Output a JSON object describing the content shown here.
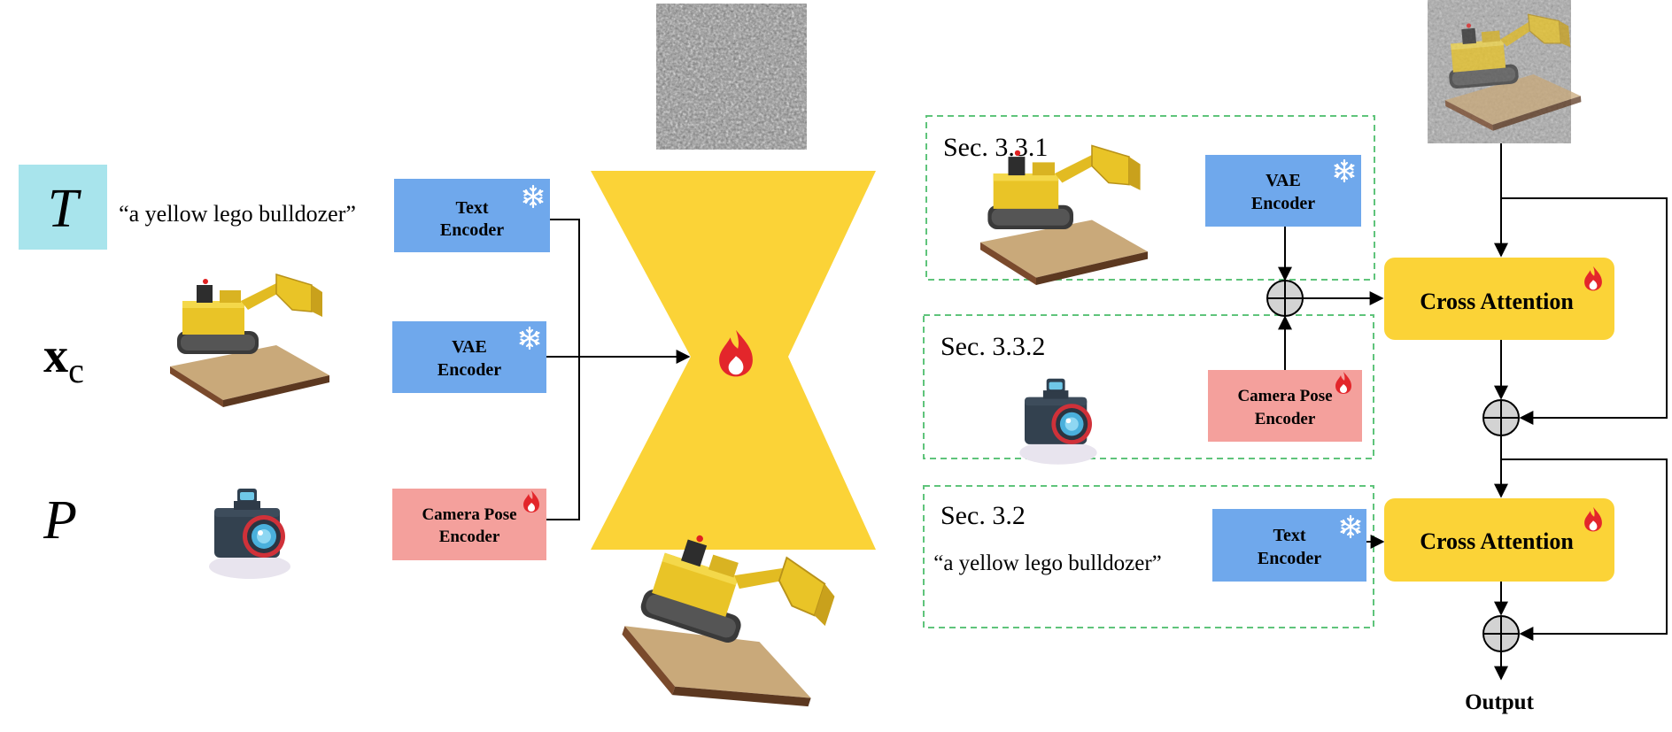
{
  "inputs": {
    "text_symbol": "T",
    "image_symbol": "x",
    "image_subscript": "c",
    "pose_symbol": "P",
    "prompt": "“a yellow lego bulldozer”"
  },
  "encoders": {
    "text": [
      "Text",
      "Encoder"
    ],
    "vae": [
      "VAE",
      "Encoder"
    ],
    "camera": [
      "Camera Pose",
      "Encoder"
    ]
  },
  "sections": {
    "s331": {
      "title": "Sec. 3.3.1",
      "encoder": [
        "VAE",
        "Encoder"
      ]
    },
    "s332": {
      "title": "Sec. 3.3.2",
      "encoder": [
        "Camera Pose",
        "Encoder"
      ]
    },
    "s32": {
      "title": "Sec. 3.2",
      "prompt": "“a yellow lego bulldozer”",
      "encoder": [
        "Text",
        "Encoder"
      ]
    }
  },
  "attention": {
    "label_1": "Cross Attention",
    "label_2": "Cross Attention"
  },
  "output_label": "Output",
  "colors": {
    "blue_box": "#6fa8ec",
    "pink_box": "#f4a09c",
    "yellow": "#fbd337",
    "teal": "#a8e4ec",
    "dashed_green": "#5fc47b",
    "flame": "#e3262b"
  }
}
